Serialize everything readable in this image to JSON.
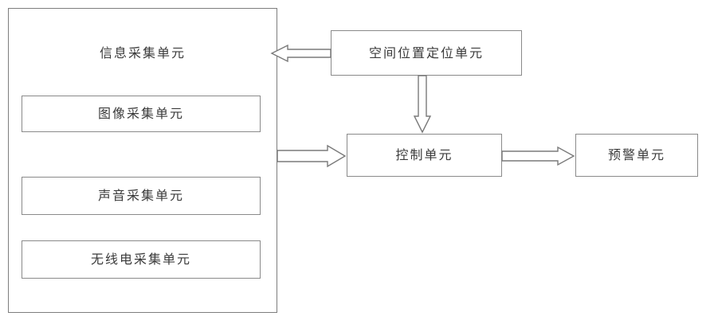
{
  "diagram": {
    "title": "",
    "type": "block-diagram",
    "language": "zh-CN",
    "colors": {
      "box_border": "#8a8a8a",
      "arrow_stroke": "#7a7a7a",
      "arrow_fill": "#ffffff",
      "text": "#3b3b3b",
      "background": "#ffffff"
    },
    "nodes": {
      "info_collection_unit": {
        "label": "信息采集单元",
        "role": "container"
      },
      "image_collection_unit": {
        "label": "图像采集单元",
        "role": "child"
      },
      "sound_collection_unit": {
        "label": "声音采集单元",
        "role": "child"
      },
      "radio_collection_unit": {
        "label": "无线电采集单元",
        "role": "child"
      },
      "spatial_position_unit": {
        "label": "空间位置定位单元",
        "role": "node"
      },
      "control_unit": {
        "label": "控制单元",
        "role": "node"
      },
      "warning_unit": {
        "label": "预警单元",
        "role": "node"
      }
    },
    "edges": [
      {
        "id": "spatial-to-info",
        "from": "spatial_position_unit",
        "to": "info_collection_unit",
        "direction": "left",
        "style": "open-block-arrow"
      },
      {
        "id": "spatial-to-control",
        "from": "spatial_position_unit",
        "to": "control_unit",
        "direction": "down",
        "style": "open-block-arrow"
      },
      {
        "id": "info-to-control",
        "from": "info_collection_unit",
        "to": "control_unit",
        "direction": "right",
        "style": "open-block-arrow"
      },
      {
        "id": "control-to-warning",
        "from": "control_unit",
        "to": "warning_unit",
        "direction": "right",
        "style": "open-block-arrow"
      }
    ]
  }
}
